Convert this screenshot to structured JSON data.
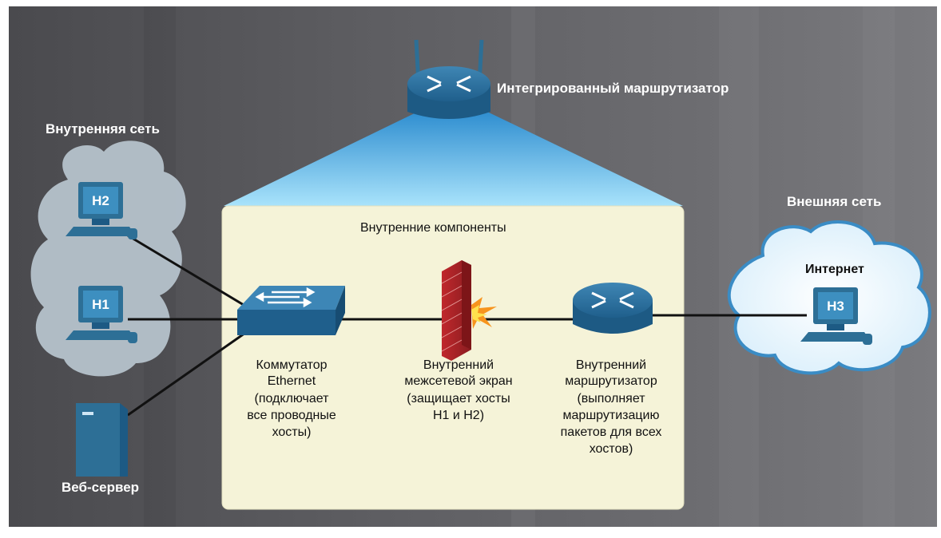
{
  "labels": {
    "internal_network": "Внутренняя сеть",
    "external_network": "Внешняя сеть",
    "integrated_router": "Интегрированный маршрутизатор",
    "internal_components": "Внутренние компоненты",
    "internet": "Интернет",
    "web_server": "Веб-сервер"
  },
  "hosts": {
    "h1": "H1",
    "h2": "H2",
    "h3": "H3"
  },
  "components": {
    "switch": [
      "Коммутатор",
      "Ethernet",
      "(подключает",
      "все проводные",
      "хосты)"
    ],
    "firewall": [
      "Внутренний",
      "межсетевой экран",
      "(защищает хосты",
      "H1 и H2)"
    ],
    "router": [
      "Внутренний",
      "маршрутизатор",
      "(выполняет",
      "маршрутизацию",
      "пакетов для всех",
      "хостов)"
    ]
  },
  "colors": {
    "background": "#5a5a5e",
    "panel": "#f5f3d8",
    "device_blue": "#2d6f96",
    "beam_blue": "#8fd3f4"
  }
}
